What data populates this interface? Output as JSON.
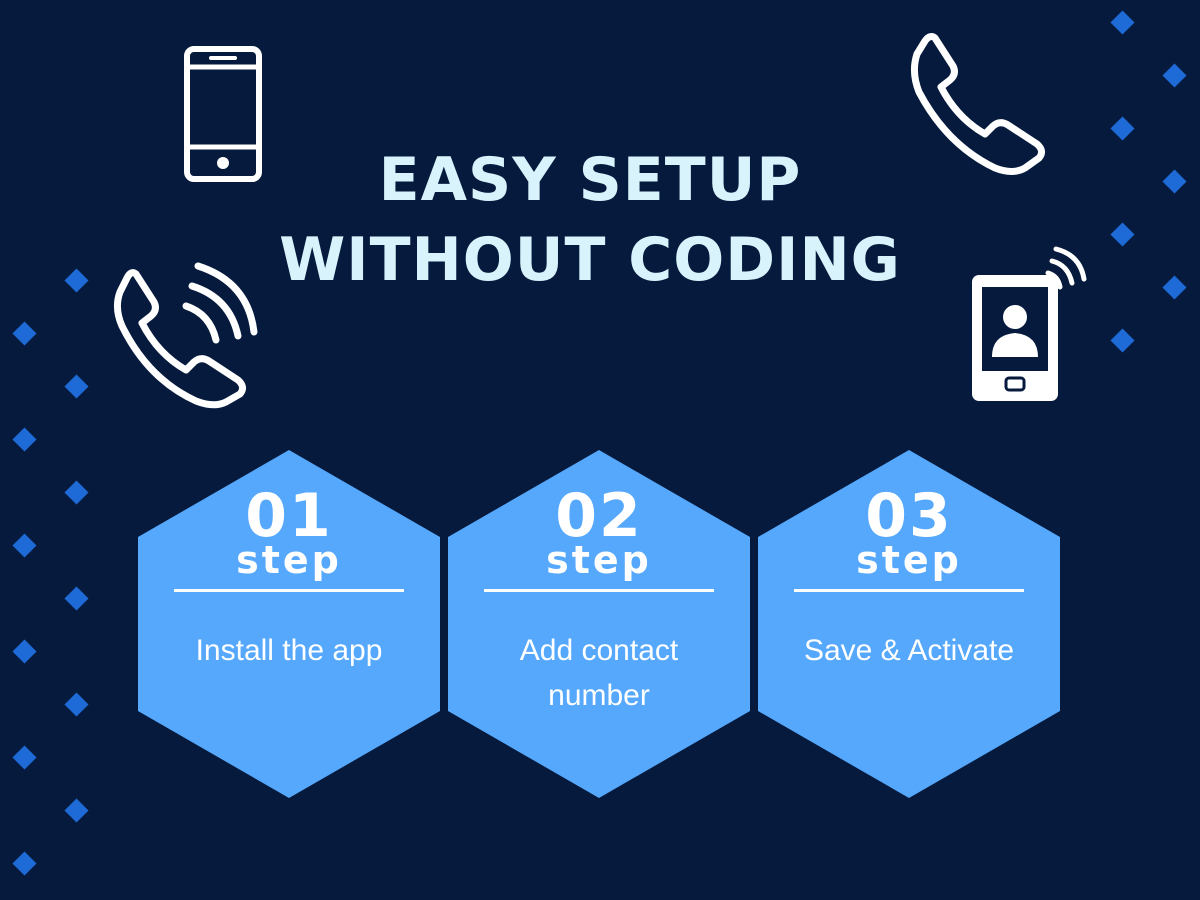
{
  "headline": {
    "line1": "EASY SETUP",
    "line2": "WITHOUT CODING"
  },
  "steps": [
    {
      "number": "01",
      "label": "step",
      "description": "Install the app"
    },
    {
      "number": "02",
      "label": "step",
      "description": "Add contact number"
    },
    {
      "number": "03",
      "label": "step",
      "description": "Save & Activate"
    }
  ],
  "icons": [
    "smartphone-icon",
    "phone-handset-icon",
    "phone-ringing-icon",
    "contact-phone-signal-icon"
  ],
  "colors": {
    "background": "#051a3d",
    "headline_text": "#d8f3fb",
    "hexagon_fill": "#55a8fb",
    "diamond_accent": "#1e6ad6",
    "icon_stroke": "#ffffff"
  }
}
